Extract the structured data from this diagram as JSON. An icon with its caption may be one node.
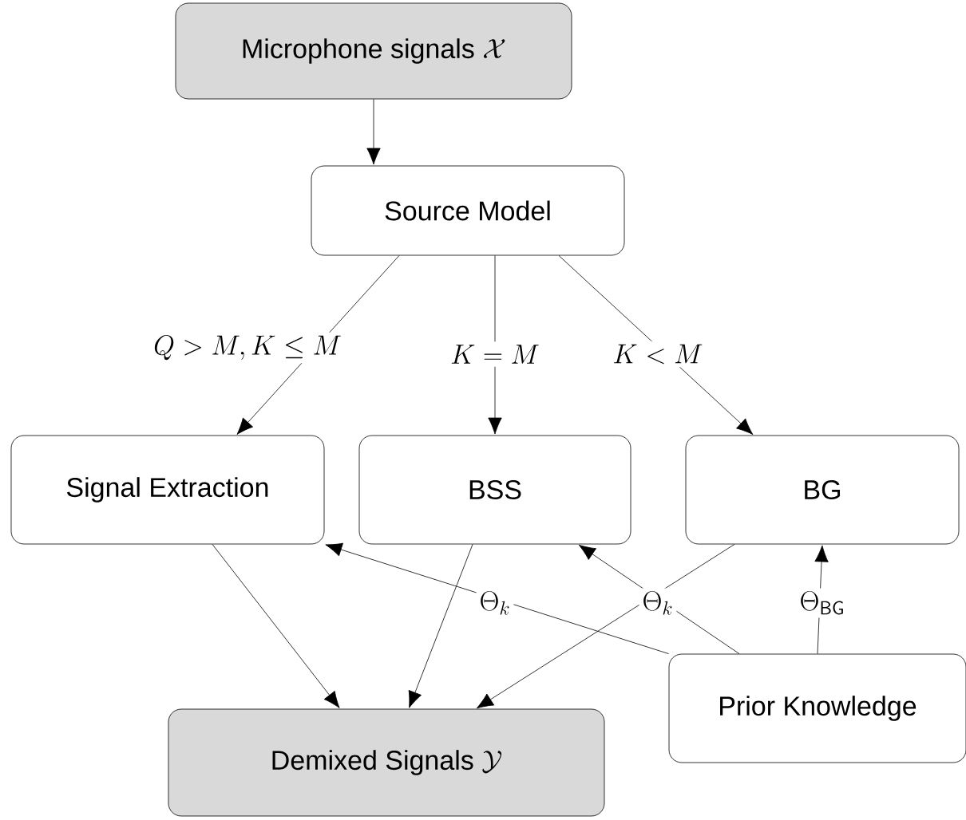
{
  "diagram": {
    "nodes": [
      {
        "text": [
          "Microphone signals",
          "\\mathcal{X}"
        ]
      },
      {
        "text": [
          "Source Model"
        ]
      },
      {
        "text": [
          "Signal Extraction"
        ]
      },
      {
        "text": [
          "BSS"
        ]
      },
      {
        "text": [
          "BG"
        ]
      },
      {
        "text": [
          "Demixed Signals",
          "\\mathcal{Y}"
        ]
      },
      {
        "text": [
          "Prior Knowledge"
        ]
      }
    ],
    "edges": [
      {
        "from": 0,
        "to": 1,
        "arrow": "to"
      },
      {
        "from": 1,
        "to": 2,
        "arrow": "to",
        "label": "Q > M , K \\leq M"
      },
      {
        "from": 1,
        "to": 3,
        "arrow": "to",
        "label": "K = M"
      },
      {
        "from": 1,
        "to": 4,
        "arrow": "to",
        "label": "K < M"
      },
      {
        "from": 2,
        "to": 5,
        "arrow": "to"
      },
      {
        "from": 3,
        "to": 5,
        "arrow": "to"
      },
      {
        "from": 4,
        "to": 5,
        "arrow": "to"
      },
      {
        "from": 6,
        "to": 2,
        "arrow": "to",
        "label": "\\Theta_k"
      },
      {
        "from": 6,
        "to": 3,
        "arrow": "to",
        "label": "\\Theta_k"
      },
      {
        "from": 6,
        "to": 4,
        "arrow": "to",
        "label": "\\Theta_{\\mathsf{BG}}"
      }
    ]
  }
}
